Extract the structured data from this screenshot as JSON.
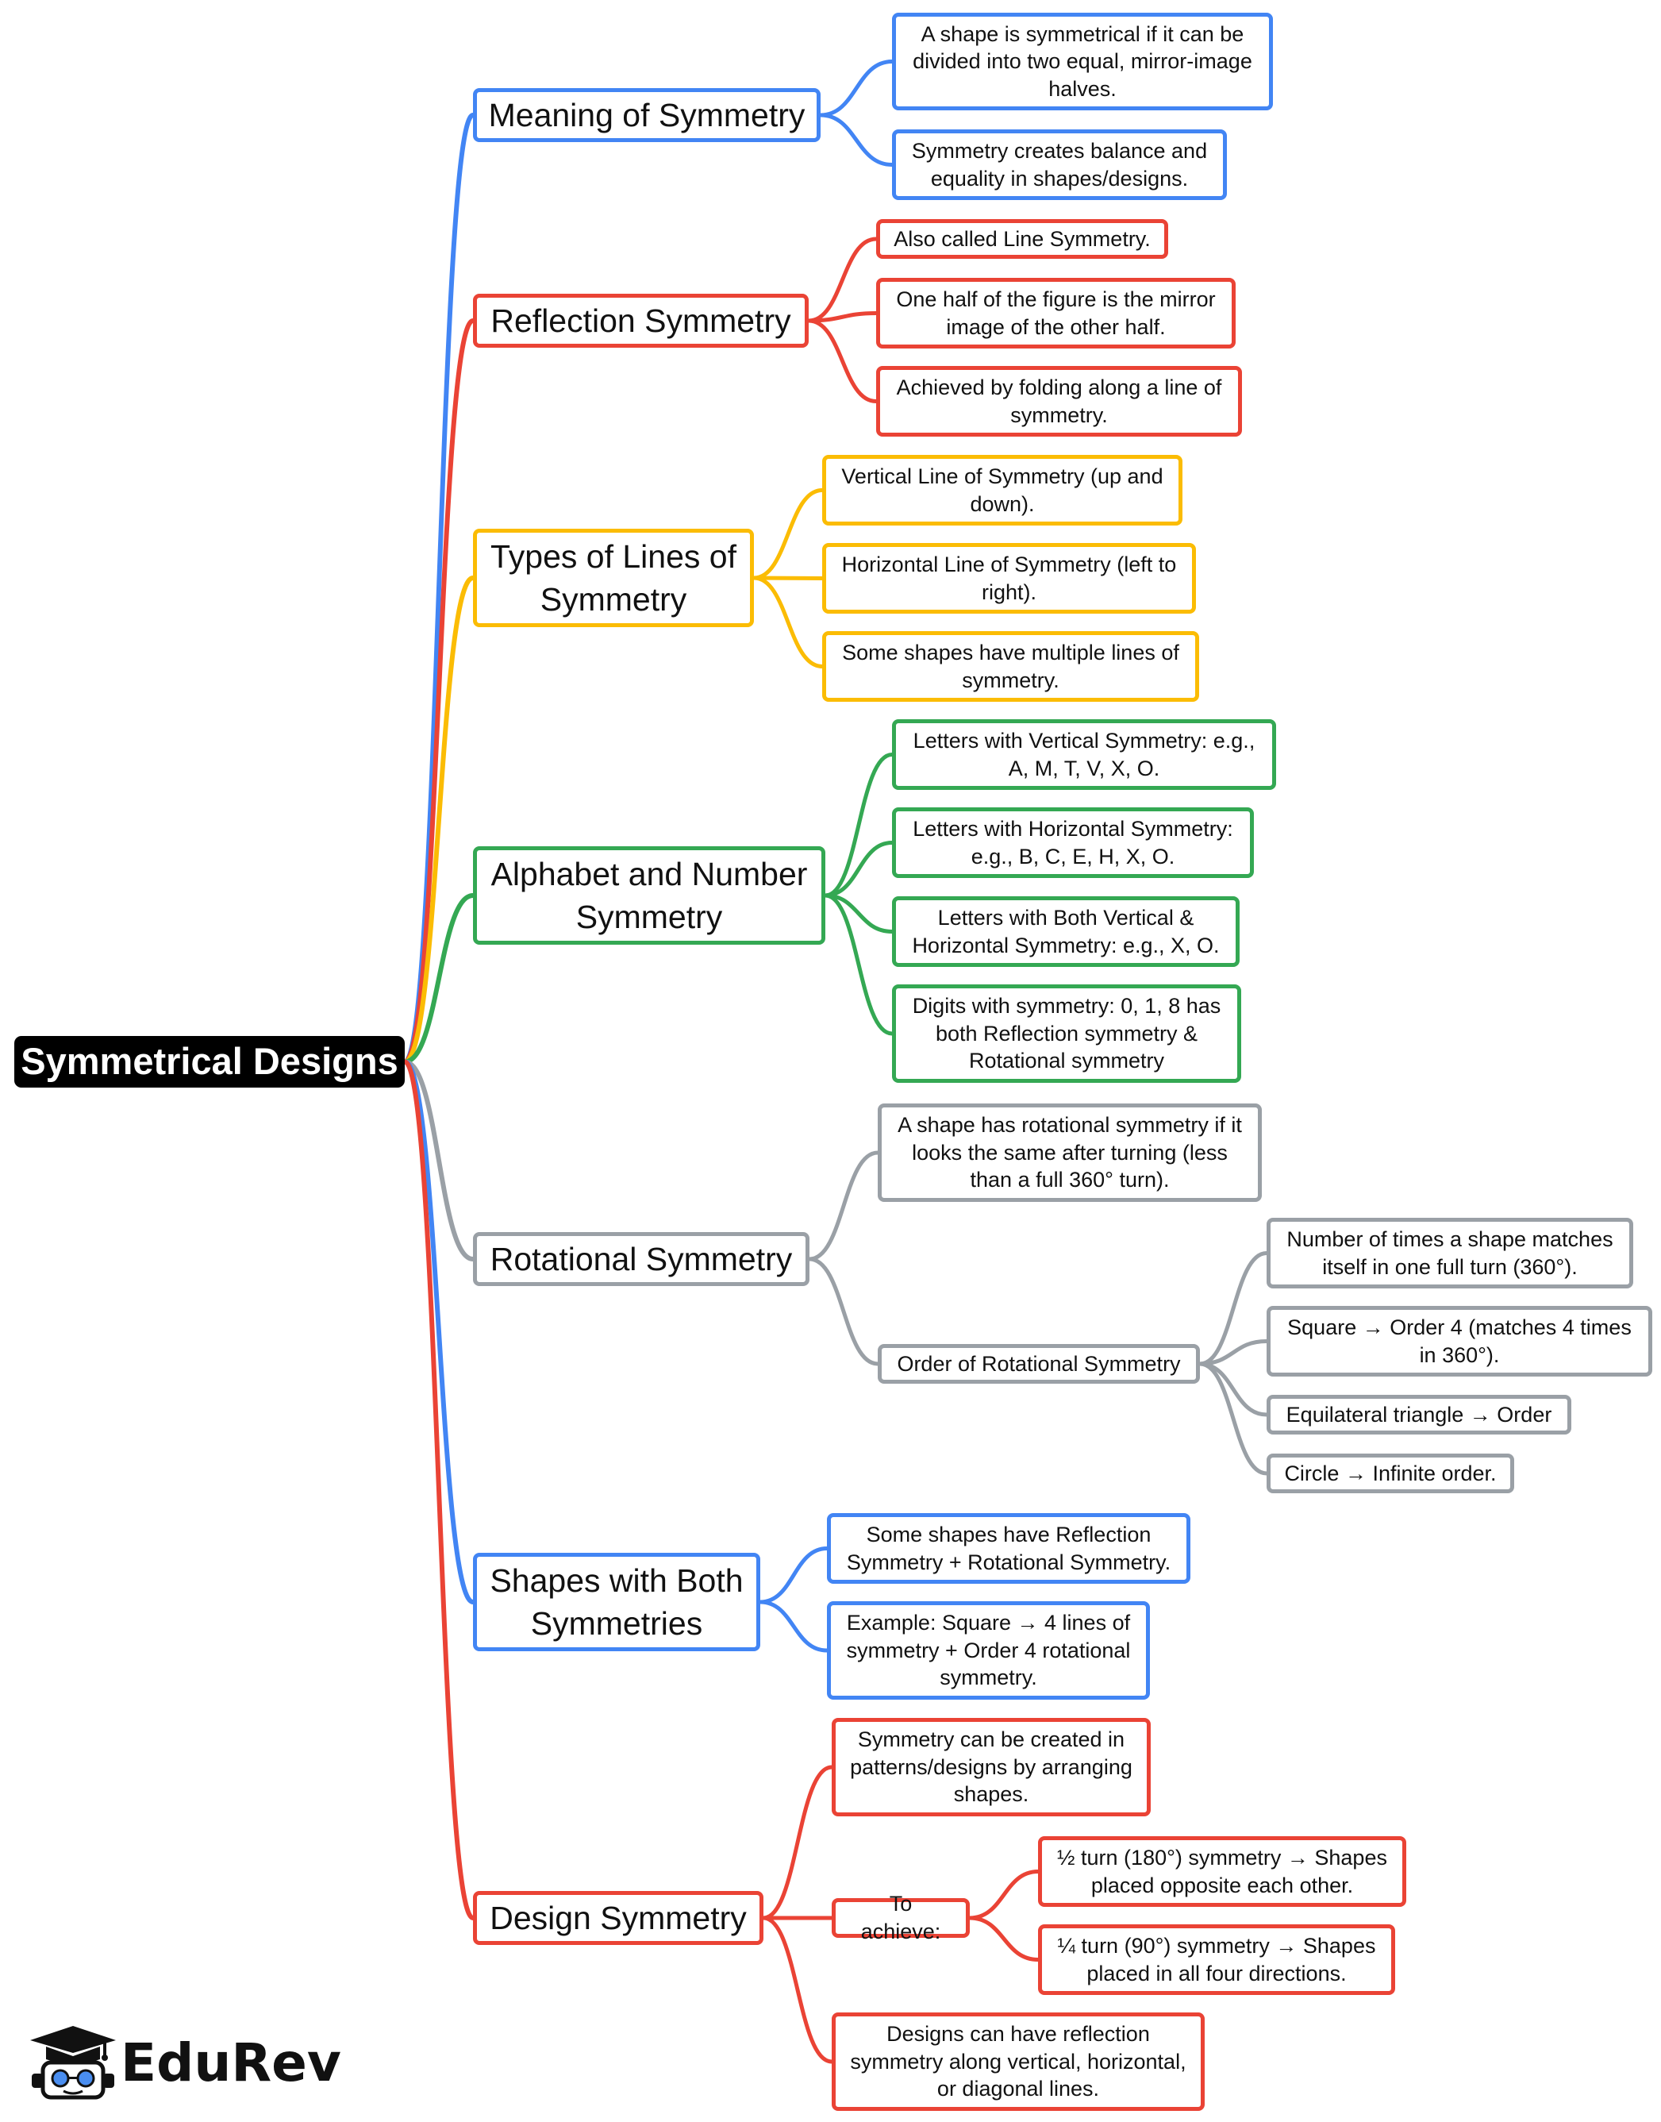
{
  "root": {
    "label": "Symmetrical Designs"
  },
  "colors": {
    "blue": "#4285F4",
    "red": "#EA4335",
    "yellow": "#FBBC04",
    "green": "#34A853",
    "gray": "#9AA0A6",
    "root_bg": "#000000"
  },
  "branches": [
    {
      "id": "meaning",
      "label": "Meaning of Symmetry",
      "color": "blue",
      "children": [
        {
          "id": "meaning-1",
          "label": "A shape is symmetrical if it can be divided into two equal, mirror-image halves."
        },
        {
          "id": "meaning-2",
          "label": "Symmetry creates balance and equality in shapes/designs."
        }
      ]
    },
    {
      "id": "reflection",
      "label": "Reflection Symmetry",
      "color": "red",
      "children": [
        {
          "id": "reflection-1",
          "label": "Also called Line Symmetry."
        },
        {
          "id": "reflection-2",
          "label": "One half of the figure is the mirror image of the other half."
        },
        {
          "id": "reflection-3",
          "label": "Achieved by folding along a line of symmetry."
        }
      ]
    },
    {
      "id": "types",
      "label": "Types of Lines of Symmetry",
      "color": "yellow",
      "children": [
        {
          "id": "types-1",
          "label": "Vertical Line of Symmetry (up and down)."
        },
        {
          "id": "types-2",
          "label": "Horizontal Line of Symmetry (left to right)."
        },
        {
          "id": "types-3",
          "label": "Some shapes have multiple lines of symmetry."
        }
      ]
    },
    {
      "id": "alphabet",
      "label": "Alphabet and Number Symmetry",
      "color": "green",
      "children": [
        {
          "id": "alphabet-1",
          "label": "Letters with Vertical Symmetry: e.g., A, M, T, V, X, O."
        },
        {
          "id": "alphabet-2",
          "label": "Letters with Horizontal Symmetry: e.g., B, C, E, H, X, O."
        },
        {
          "id": "alphabet-3",
          "label": "Letters with Both Vertical & Horizontal Symmetry: e.g., X, O."
        },
        {
          "id": "alphabet-4",
          "label": "Digits with symmetry: 0, 1, 8 has both Reflection symmetry & Rotational symmetry"
        }
      ]
    },
    {
      "id": "rotational",
      "label": "Rotational Symmetry",
      "color": "gray",
      "children": [
        {
          "id": "rotational-1",
          "label": "A shape has rotational symmetry if it looks the same after turning (less than a full 360° turn)."
        },
        {
          "id": "rotational-2",
          "label": "Order of Rotational Symmetry",
          "children": [
            {
              "id": "order-1",
              "label": "Number of times a shape matches itself in one full turn (360°)."
            },
            {
              "id": "order-2",
              "label": "Square → Order 4 (matches 4 times in 360°)."
            },
            {
              "id": "order-3",
              "label": "Equilateral triangle → Order"
            },
            {
              "id": "order-4",
              "label": "Circle → Infinite order."
            }
          ]
        }
      ]
    },
    {
      "id": "both",
      "label": "Shapes with Both Symmetries",
      "color": "blue",
      "children": [
        {
          "id": "both-1",
          "label": "Some shapes have Reflection Symmetry + Rotational Symmetry."
        },
        {
          "id": "both-2",
          "label": "Example: Square → 4 lines of symmetry + Order 4 rotational symmetry."
        }
      ]
    },
    {
      "id": "design",
      "label": "Design Symmetry",
      "color": "red",
      "children": [
        {
          "id": "design-1",
          "label": "Symmetry can be created in patterns/designs by arranging shapes."
        },
        {
          "id": "design-2",
          "label": "To achieve:",
          "children": [
            {
              "id": "achieve-1",
              "label": "½ turn (180°) symmetry → Shapes placed opposite each other."
            },
            {
              "id": "achieve-2",
              "label": "¼ turn (90°) symmetry → Shapes placed in all four directions."
            }
          ]
        },
        {
          "id": "design-3",
          "label": "Designs can have reflection symmetry along vertical, horizontal, or diagonal lines."
        }
      ]
    }
  ],
  "logo": {
    "text": "EduRev",
    "icon": "graduation-cap-icon"
  }
}
